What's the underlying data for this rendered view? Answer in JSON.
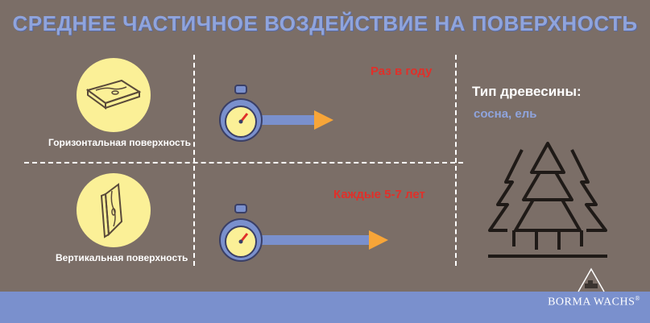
{
  "title": "СРЕДНЕЕ ЧАСТИЧНОЕ ВОЗДЕЙСТВИЕ НА ПОВЕРХНОСТЬ",
  "rows": [
    {
      "surface": "Горизонтальная поверхность",
      "frequency": "Раз в году",
      "icon": "horizontal-plank-icon"
    },
    {
      "surface": "Вертикальная поверхность",
      "frequency": "Каждые 5-7 лет",
      "icon": "vertical-plank-icon"
    }
  ],
  "wood": {
    "title": "Тип древесины:",
    "value": "сосна, ель",
    "icon": "trees-icon"
  },
  "brand": "BORMA WACHS",
  "brand_mark": "®",
  "colors": {
    "background": "#7b6e67",
    "title": "#8fa4dd",
    "accent_blue": "#7a90cd",
    "arrow_orange": "#f7a538",
    "frequency_red": "#e0302a",
    "circle_yellow": "#fbf097"
  }
}
